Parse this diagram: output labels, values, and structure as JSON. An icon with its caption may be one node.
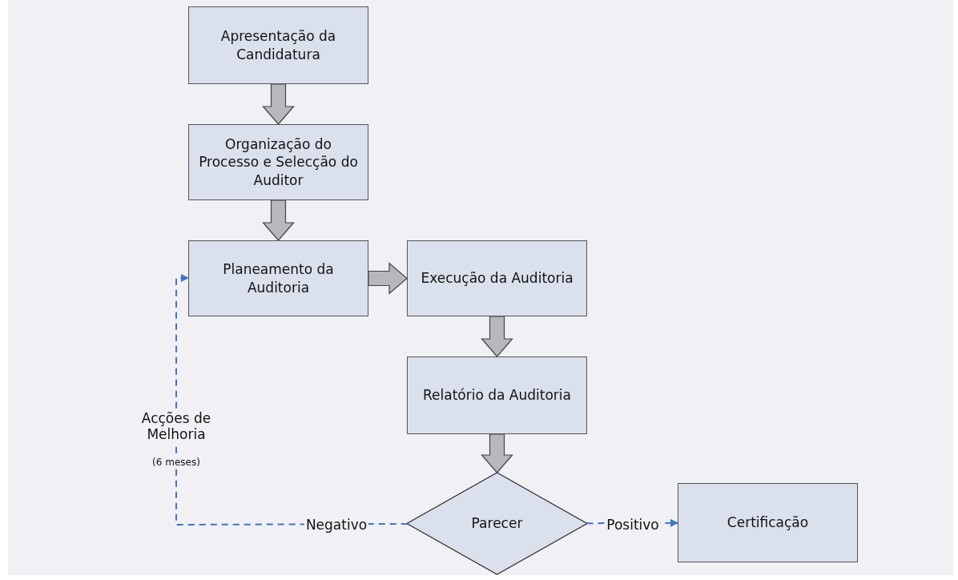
{
  "diagram": {
    "nodes": [
      {
        "text": [
          "Apresentação da Candidatura"
        ]
      },
      {
        "text": [
          "Organização do Processo e Selecção do Auditor"
        ]
      },
      {
        "text": [
          "Planeamento da Auditoria"
        ]
      },
      {
        "text": [
          "Execução da Auditoria"
        ]
      },
      {
        "text": [
          "Relatório da Auditoria"
        ]
      },
      {
        "text": [
          "Parecer"
        ]
      },
      {
        "text": [
          "Certificação"
        ]
      }
    ],
    "edges": [
      {
        "from": 0,
        "to": 1,
        "arrow": "to"
      },
      {
        "from": 1,
        "to": 2,
        "arrow": "to"
      },
      {
        "from": 2,
        "to": 3,
        "arrow": "to"
      },
      {
        "from": 3,
        "to": 4,
        "arrow": "to"
      },
      {
        "from": 4,
        "to": 5,
        "arrow": "to"
      },
      {
        "from": 5,
        "to": 2,
        "arrow": "to",
        "label": "Negativo",
        "style": "dashed",
        "color": "#4472c4"
      },
      {
        "from": 5,
        "to": 6,
        "arrow": "to",
        "label": "Positivo",
        "style": "dashed",
        "color": "#4472c4"
      }
    ],
    "labels": [
      "Acções de Melhoria",
      "(6 meses)"
    ]
  }
}
